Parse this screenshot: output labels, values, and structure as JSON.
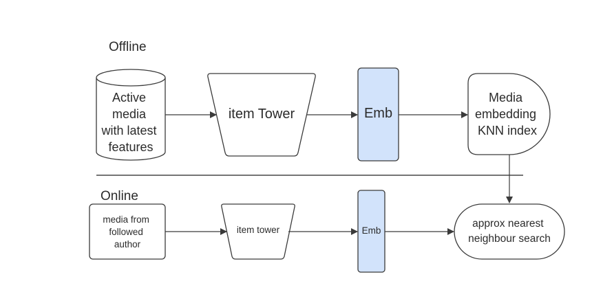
{
  "sections": {
    "offline": "Offline",
    "online": "Online"
  },
  "offline": {
    "source_db": [
      "Active",
      "media",
      "with latest",
      "features"
    ],
    "tower": "item Tower",
    "emb": "Emb",
    "knn_index": [
      "Media",
      "embedding",
      "KNN index"
    ]
  },
  "online": {
    "source": [
      "media from",
      "followed",
      "author"
    ],
    "tower": "item tower",
    "emb": "Emb",
    "search": [
      "approx nearest",
      "neighbour search"
    ]
  },
  "colors": {
    "emb_fill": "#d2e3fb",
    "stroke": "#3a3a3a"
  }
}
